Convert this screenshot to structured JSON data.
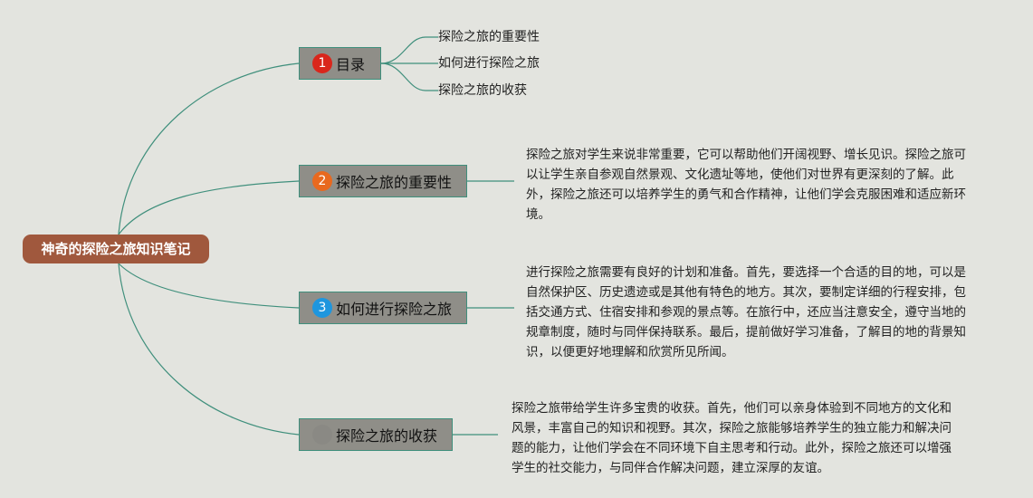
{
  "root": {
    "title": "神奇的探险之旅知识笔记"
  },
  "branches": [
    {
      "number": "1",
      "label": "目录",
      "badge_color": "#d9261c",
      "subitems": [
        "探险之旅的重要性",
        "如何进行探险之旅",
        "探险之旅的收获"
      ]
    },
    {
      "number": "2",
      "label": "探险之旅的重要性",
      "badge_color": "#e8691f",
      "note": "探险之旅对学生来说非常重要，它可以帮助他们开阔视野、增长见识。探险之旅可以让学生亲自参观自然景观、文化遗址等地，使他们对世界有更深刻的了解。此外，探险之旅还可以培养学生的勇气和合作精神，让他们学会克服困难和适应新环境。"
    },
    {
      "number": "3",
      "label": "如何进行探险之旅",
      "badge_color": "#1e96de",
      "note": "进行探险之旅需要有良好的计划和准备。首先，要选择一个合适的目的地，可以是自然保护区、历史遗迹或是其他有特色的地方。其次，要制定详细的行程安排，包括交通方式、住宿安排和参观的景点等。在旅行中，还应当注意安全，遵守当地的规章制度，随时与同伴保持联系。最后，提前做好学习准备，了解目的地的背景知识，以便更好地理解和欣赏所见所闻。"
    },
    {
      "number": "",
      "label": "探险之旅的收获",
      "badge_color": "#8a8984",
      "note": "探险之旅带给学生许多宝贵的收获。首先，他们可以亲身体验到不同地方的文化和风景，丰富自己的知识和视野。其次，探险之旅能够培养学生的独立能力和解决问题的能力，让他们学会在不同环境下自主思考和行动。此外，探险之旅还可以增强学生的社交能力，与同伴合作解决问题，建立深厚的友谊。"
    }
  ],
  "colors": {
    "background": "#e3e4df",
    "root": "#a0583d",
    "branch_fill": "#8f8e88",
    "line": "#3f8f7c"
  }
}
